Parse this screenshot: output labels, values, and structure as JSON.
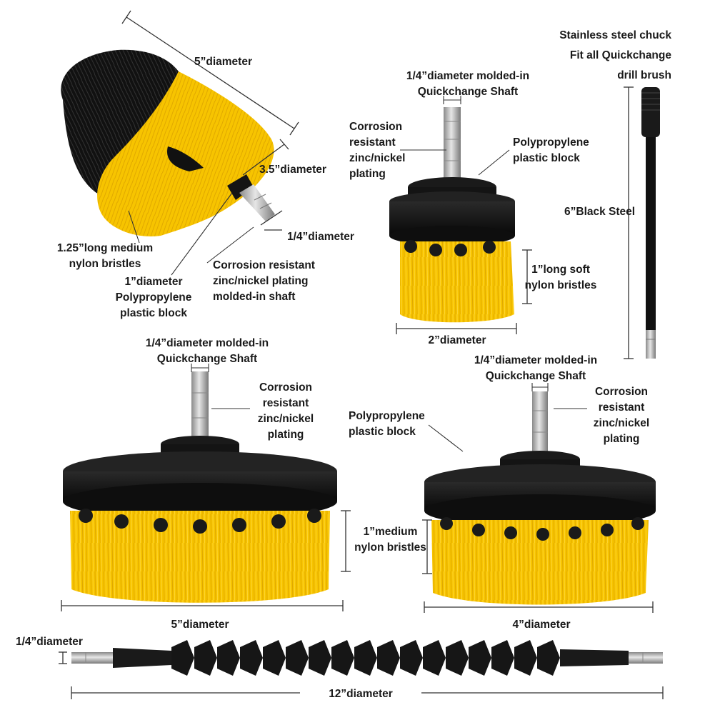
{
  "colors": {
    "bristle_yellow": "#f7c400",
    "bristle_dark": "#d89b00",
    "block_black": "#141414",
    "steel": "#b8b8b8"
  },
  "labels": {
    "drill_5in_diameter": "5”diameter",
    "drill_35in_diameter": "3.5”diameter",
    "drill_shaft_diameter": "1/4”diameter",
    "drill_bristles_line1": "1.25”long medium",
    "drill_bristles_line2": "nylon bristles",
    "drill_block_line1": "1”diameter",
    "drill_block_line2": "Polypropylene",
    "drill_block_line3": "plastic block",
    "drill_plating_line1": "Corrosion resistant",
    "drill_plating_line2": "zinc/nickel plating",
    "drill_plating_line3": "molded-in shaft",
    "b2_shaft_line1": "1/4”diameter molded-in",
    "b2_shaft_line2": "Quickchange Shaft",
    "b2_plating_line1": "Corrosion",
    "b2_plating_line2": "resistant",
    "b2_plating_line3": "zinc/nickel",
    "b2_plating_line4": "plating",
    "b2_block_line1": "Polypropylene",
    "b2_block_line2": "plastic block",
    "b2_bristles_line1": "1”long soft",
    "b2_bristles_line2": "nylon bristles",
    "b2_diameter": "2”diameter",
    "ext_line1": "Stainless steel chuck",
    "ext_line2": "Fit all Quickchange",
    "ext_line3": "drill brush",
    "ext_length": "6”Black Steel",
    "b5_shaft_line1": "1/4”diameter molded-in",
    "b5_shaft_line2": "Quickchange Shaft",
    "b5_plating_line1": "Corrosion",
    "b5_plating_line2": "resistant",
    "b5_plating_line3": "zinc/nickel",
    "b5_plating_line4": "plating",
    "b5_block_line1": "Polypropylene",
    "b5_block_line2": "plastic block",
    "b5_bristles_line1": "1”medium",
    "b5_bristles_line2": "nylon bristles",
    "b5_diameter": "5”diameter",
    "b4_shaft_line1": "1/4”diameter molded-in",
    "b4_shaft_line2": "Quickchange Shaft",
    "b4_plating_line1": "Corrosion",
    "b4_plating_line2": "resistant",
    "b4_plating_line3": "zinc/nickel",
    "b4_plating_line4": "plating",
    "b4_diameter": "4”diameter",
    "flex_diameter": "1/4”diameter",
    "flex_length": "12”diameter"
  }
}
